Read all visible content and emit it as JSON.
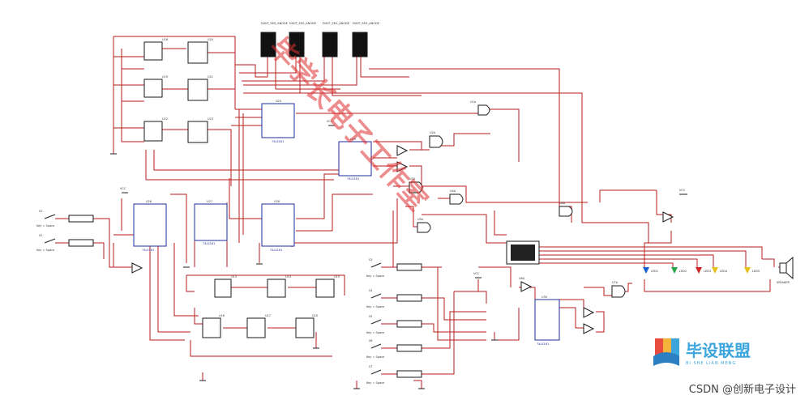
{
  "diagram": {
    "top_jacks": [
      "DIGIT_SEG_ANODE",
      "DIGIT_SEG_ANODE",
      "DIGIT_SEG_ANODE",
      "DIGIT_SEG_ANODE"
    ],
    "ff_labels": [
      "U18",
      "U20",
      "U19",
      "U21",
      "U22",
      "U23",
      "U13",
      "U14",
      "U15",
      "U16",
      "U17",
      "U10",
      "U11",
      "U12"
    ],
    "counter_labels": [
      "U25",
      "U26",
      "U27",
      "U28",
      "U29",
      "U30"
    ],
    "counter_part": "74LS161",
    "gate_labels": [
      "U1A",
      "U2A",
      "U3A",
      "U4A",
      "U5A",
      "U6A",
      "U7A",
      "U8A"
    ],
    "switch_labels": [
      "S1",
      "S2",
      "S3",
      "S4",
      "S5",
      "S6",
      "S7"
    ],
    "switch_sub": "Key = Space",
    "led_labels": [
      "LED1",
      "LED2",
      "LED3",
      "LED4",
      "LED5"
    ],
    "speaker_label": "SPEAKER",
    "vcc_label": "VCC",
    "watermark": "毕学长电子工作室",
    "logo_cn": "毕设联盟",
    "logo_en": "BI SHE LIAN MENG",
    "credit": "CSDN @创新电子设计"
  },
  "colors": {
    "wire": "#b81e1e",
    "component": "#1e2e9c",
    "led_colors": [
      "#1a5fd1",
      "#2ba64a",
      "#d12525",
      "#e2c21a",
      "#e2c21a"
    ]
  }
}
